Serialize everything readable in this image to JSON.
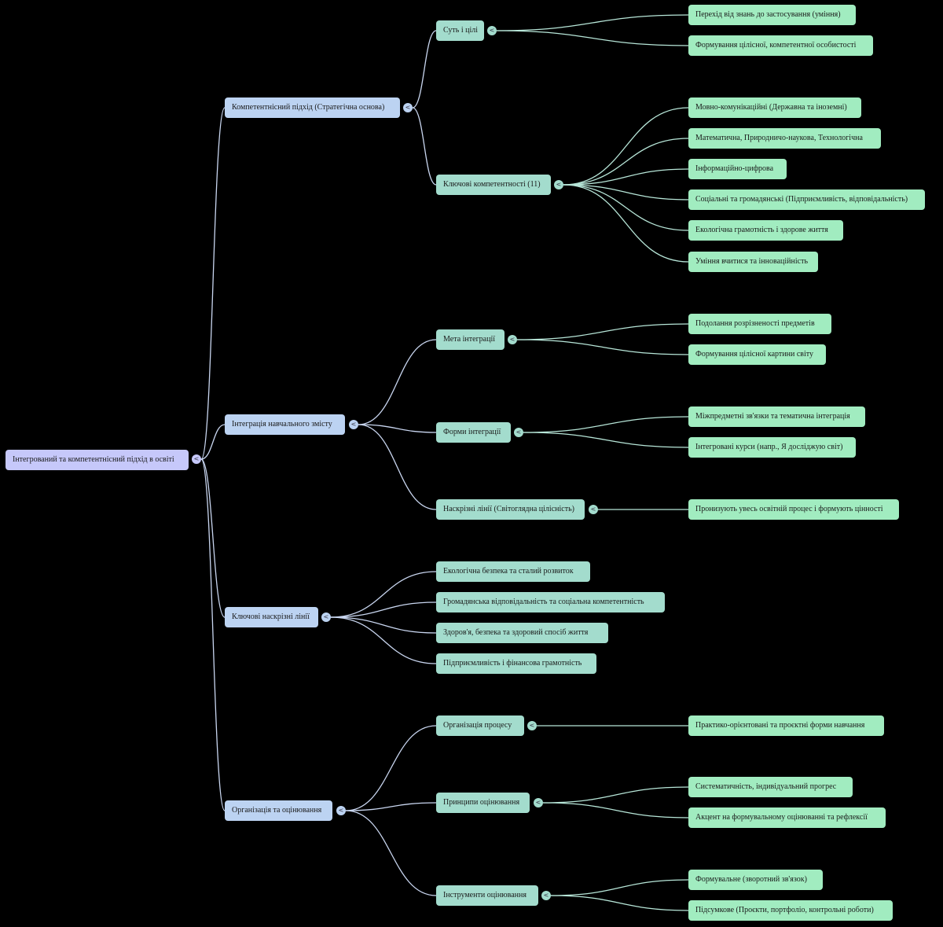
{
  "colors": {
    "background": "#000000",
    "root": "#c6c8fa",
    "level1": "#bcd3f2",
    "level2": "#a3dccd",
    "level3": "#a1ecc0",
    "edge_level1": "#c9d6f0",
    "edge_level2": "#b7e6d8"
  },
  "toggle_glyph": "<",
  "root": {
    "label": "Інтегрований та компетентнісний підхід в освіті",
    "children": [
      {
        "label": "Компетентнісний підхід (Стратегічна основа)",
        "children": [
          {
            "label": "Суть і цілі",
            "children": [
              {
                "label": "Перехід від знань до застосування (уміння)"
              },
              {
                "label": "Формування цілісної, компетентної особистості"
              }
            ]
          },
          {
            "label": "Ключові компетентності (11)",
            "children": [
              {
                "label": "Мовно-комунікаційні (Державна та іноземні)"
              },
              {
                "label": "Математична, Природничо-наукова, Технологічна"
              },
              {
                "label": "Інформаційно-цифрова"
              },
              {
                "label": "Соціальні та громадянські (Підприємливість, відповідальність)"
              },
              {
                "label": "Екологічна грамотність і здорове життя"
              },
              {
                "label": "Уміння вчитися та інноваційність"
              }
            ]
          }
        ]
      },
      {
        "label": "Інтеграція навчального змісту",
        "children": [
          {
            "label": "Мета інтеграції",
            "children": [
              {
                "label": "Подолання розрізненості предметів"
              },
              {
                "label": "Формування цілісної картини світу"
              }
            ]
          },
          {
            "label": "Форми інтеграції",
            "children": [
              {
                "label": "Міжпредметні зв'язки та тематична інтеграція"
              },
              {
                "label": "Інтегровані курси (напр., Я досліджую світ)"
              }
            ]
          },
          {
            "label": "Наскрізні лінії (Світоглядна цілісність)",
            "children": [
              {
                "label": "Пронизують увесь освітній процес і формують цінності"
              }
            ]
          }
        ]
      },
      {
        "label": "Ключові наскрізні лінії",
        "children": [
          {
            "label": "Екологічна безпека та сталий розвиток"
          },
          {
            "label": "Громадянська відповідальність та соціальна компетентність"
          },
          {
            "label": "Здоров'я, безпека та здоровий спосіб життя"
          },
          {
            "label": "Підприємливість і фінансова грамотність"
          }
        ]
      },
      {
        "label": "Організація та оцінювання",
        "children": [
          {
            "label": "Організація процесу",
            "children": [
              {
                "label": "Практико-орієнтовані та проєктні форми навчання"
              }
            ]
          },
          {
            "label": "Принципи оцінювання",
            "children": [
              {
                "label": "Систематичність, індивідуальний прогрес"
              },
              {
                "label": "Акцент на формувальному оцінюванні та рефлексії"
              }
            ]
          },
          {
            "label": "Інструменти оцінювання",
            "children": [
              {
                "label": "Формувальне (зворотний зв'язок)"
              },
              {
                "label": "Підсумкове (Проєкти, портфоліо, контрольні роботи)"
              }
            ]
          }
        ]
      }
    ]
  }
}
